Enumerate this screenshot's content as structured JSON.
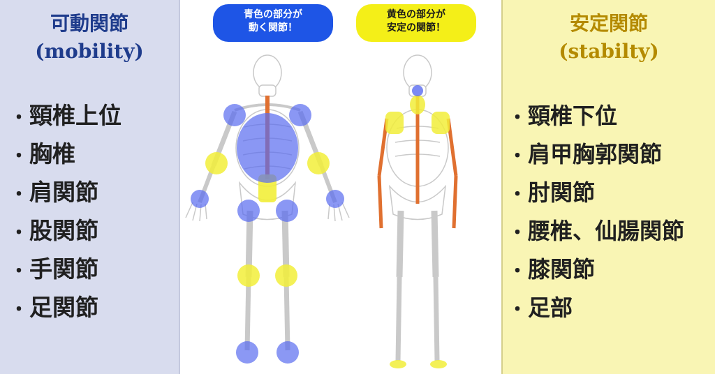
{
  "mobility": {
    "title_ja": "可動関節",
    "title_en": "(mobility)",
    "items": [
      "頸椎上位",
      "胸椎",
      "肩関節",
      "股関節",
      "手関節",
      "足関節"
    ]
  },
  "stability": {
    "title_ja": "安定関節",
    "title_en": "(stabilty)",
    "items": [
      "頸椎下位",
      "肩甲胸郭関節",
      "肘関節",
      "腰椎、仙腸関節",
      "膝関節",
      "足部"
    ]
  },
  "bubbles": {
    "blue_line1": "青色の部分が",
    "blue_line2": "動く関節！",
    "yellow_line1": "黄色の部分が",
    "yellow_line2": "安定の関節！"
  },
  "colors": {
    "mobility_panel_bg": "#d8dcee",
    "stability_panel_bg": "#f9f5b4",
    "mobility_title": "#1f3c8c",
    "stability_title": "#b48a00",
    "blue_marker": "#5a6cf0",
    "yellow_marker": "#f2ee3a",
    "highlight_bone": "#e07030"
  }
}
